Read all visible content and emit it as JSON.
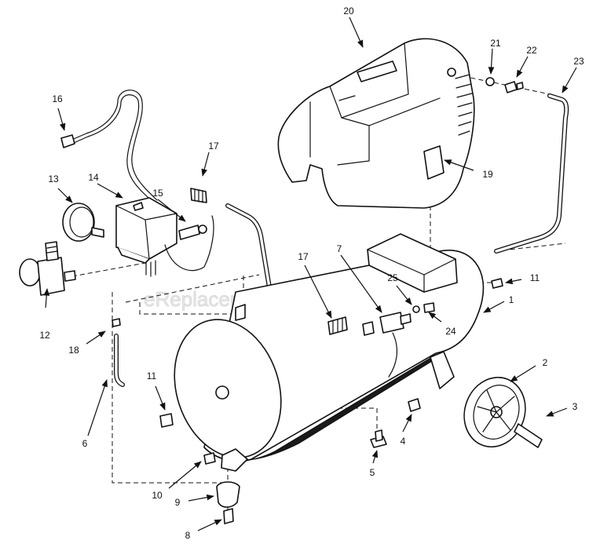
{
  "diagram": {
    "watermark": "eReplacementParts.com",
    "callouts": {
      "c1": "1",
      "c2": "2",
      "c3": "3",
      "c4": "4",
      "c5": "5",
      "c6": "6",
      "c7": "7",
      "c8": "8",
      "c9": "9",
      "c10": "10",
      "c11a": "11",
      "c11b": "11",
      "c12": "12",
      "c13": "13",
      "c14": "14",
      "c15": "15",
      "c16": "16",
      "c17a": "17",
      "c17b": "17",
      "c18": "18",
      "c19": "19",
      "c20": "20",
      "c21": "21",
      "c22": "22",
      "c23": "23",
      "c24": "24",
      "c25": "25"
    }
  }
}
